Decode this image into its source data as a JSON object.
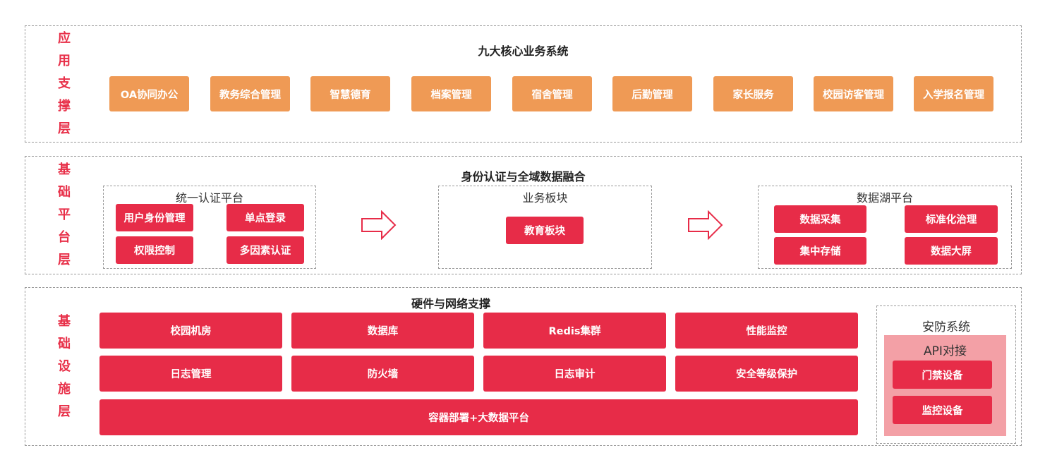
{
  "layers": {
    "app": {
      "label": [
        "应",
        "用",
        "支",
        "撑",
        "层"
      ],
      "title": "九大核心业务系统",
      "items": [
        "OA协同办公",
        "教务综合管理",
        "智慧德育",
        "档案管理",
        "宿舍管理",
        "后勤管理",
        "家长服务",
        "校园访客管理",
        "入学报名管理"
      ]
    },
    "platform": {
      "label": [
        "基",
        "础",
        "平",
        "台",
        "层"
      ],
      "title": "身份认证与全域数据融合",
      "auth": {
        "title": "统一认证平台",
        "items": [
          "用户身份管理",
          "单点登录",
          "权限控制",
          "多因素认证"
        ]
      },
      "business": {
        "title": "业务板块",
        "items": [
          "教育板块"
        ]
      },
      "datalake": {
        "title": "数据湖平台",
        "items": [
          "数据采集",
          "标准化治理",
          "集中存储",
          "数据大屏"
        ]
      }
    },
    "infra": {
      "label": [
        "基",
        "础",
        "设",
        "施",
        "层"
      ],
      "title": "硬件与网络支撑",
      "items": [
        "校园机房",
        "数据库",
        "Redis集群",
        "性能监控",
        "日志管理",
        "防火墙",
        "日志审计",
        "安全等级保护"
      ],
      "bottom": "容器部署+大数据平台",
      "security": {
        "title": "安防系统",
        "api_title": "API对接",
        "items": [
          "门禁设备",
          "监控设备"
        ]
      }
    }
  },
  "colors": {
    "accent_red": "#e72c48",
    "accent_orange": "#ef9a55",
    "label_red": "#e83049",
    "api_panel": "#f3a0a6"
  }
}
